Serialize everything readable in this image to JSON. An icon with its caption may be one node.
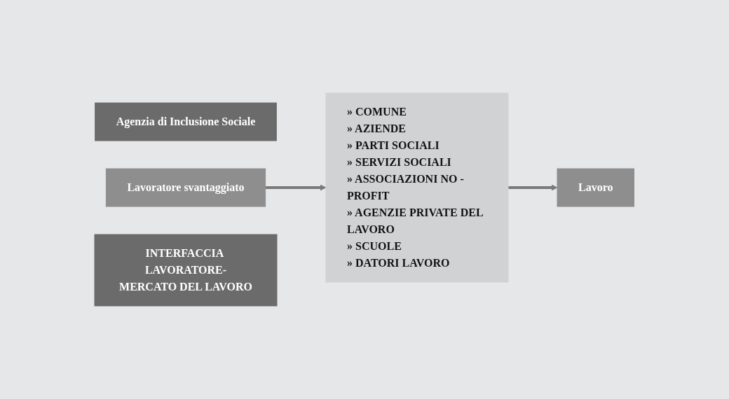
{
  "diagram": {
    "nodes": [
      {
        "text": [
          "Agenzia di Inclusione Sociale"
        ]
      },
      {
        "text": [
          "Lavoratore svantaggiato"
        ]
      },
      {
        "text": [
          "» COMUNE",
          "» AZIENDE",
          "» PARTI SOCIALI",
          "» SERVIZI SOCIALI",
          "» ASSOCIAZIONI NO - PROFIT",
          "» AGENZIE PRIVATE DEL LAVORO",
          "» SCUOLE",
          "» DATORI LAVORO"
        ]
      },
      {
        "text": [
          "Lavoro"
        ]
      },
      {
        "text": [
          "INTERFACCIA LAVORATORE-MERCATO DEL LAVORO"
        ]
      }
    ],
    "edges": [
      {
        "from": 1,
        "to": 2,
        "arrow": "to"
      },
      {
        "from": 2,
        "to": 3,
        "arrow": "to"
      }
    ]
  }
}
